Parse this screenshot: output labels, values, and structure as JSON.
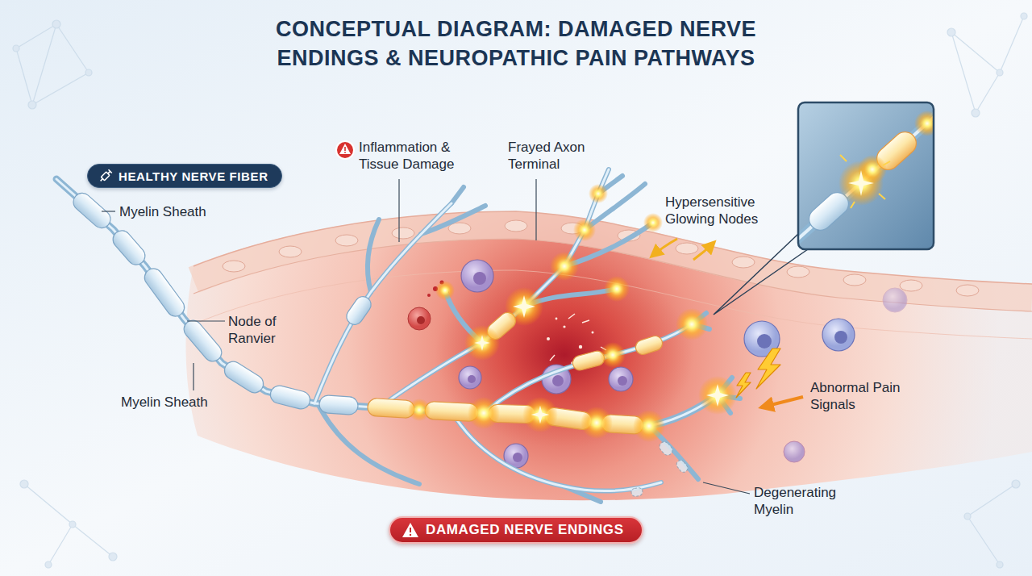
{
  "diagram": {
    "title": "CONCEPTUAL DIAGRAM: DAMAGED NERVE ENDINGS & NEUROPATHIC PAIN PATHWAYS",
    "nodes": [
      {
        "text": [
          "HEALTHY NERVE FIBER"
        ]
      },
      {
        "text": [
          "DAMAGED NERVE ENDINGS"
        ]
      }
    ],
    "labels": [
      "Inflammation & Tissue Damage",
      "Frayed Axon Terminal",
      "Myelin Sheath",
      "Hypersensitive Glowing Nodes",
      "Node of Ranvier",
      "Myelin Sheath",
      "Abnormal Pain Signals",
      "Degenerating Myelin"
    ]
  }
}
